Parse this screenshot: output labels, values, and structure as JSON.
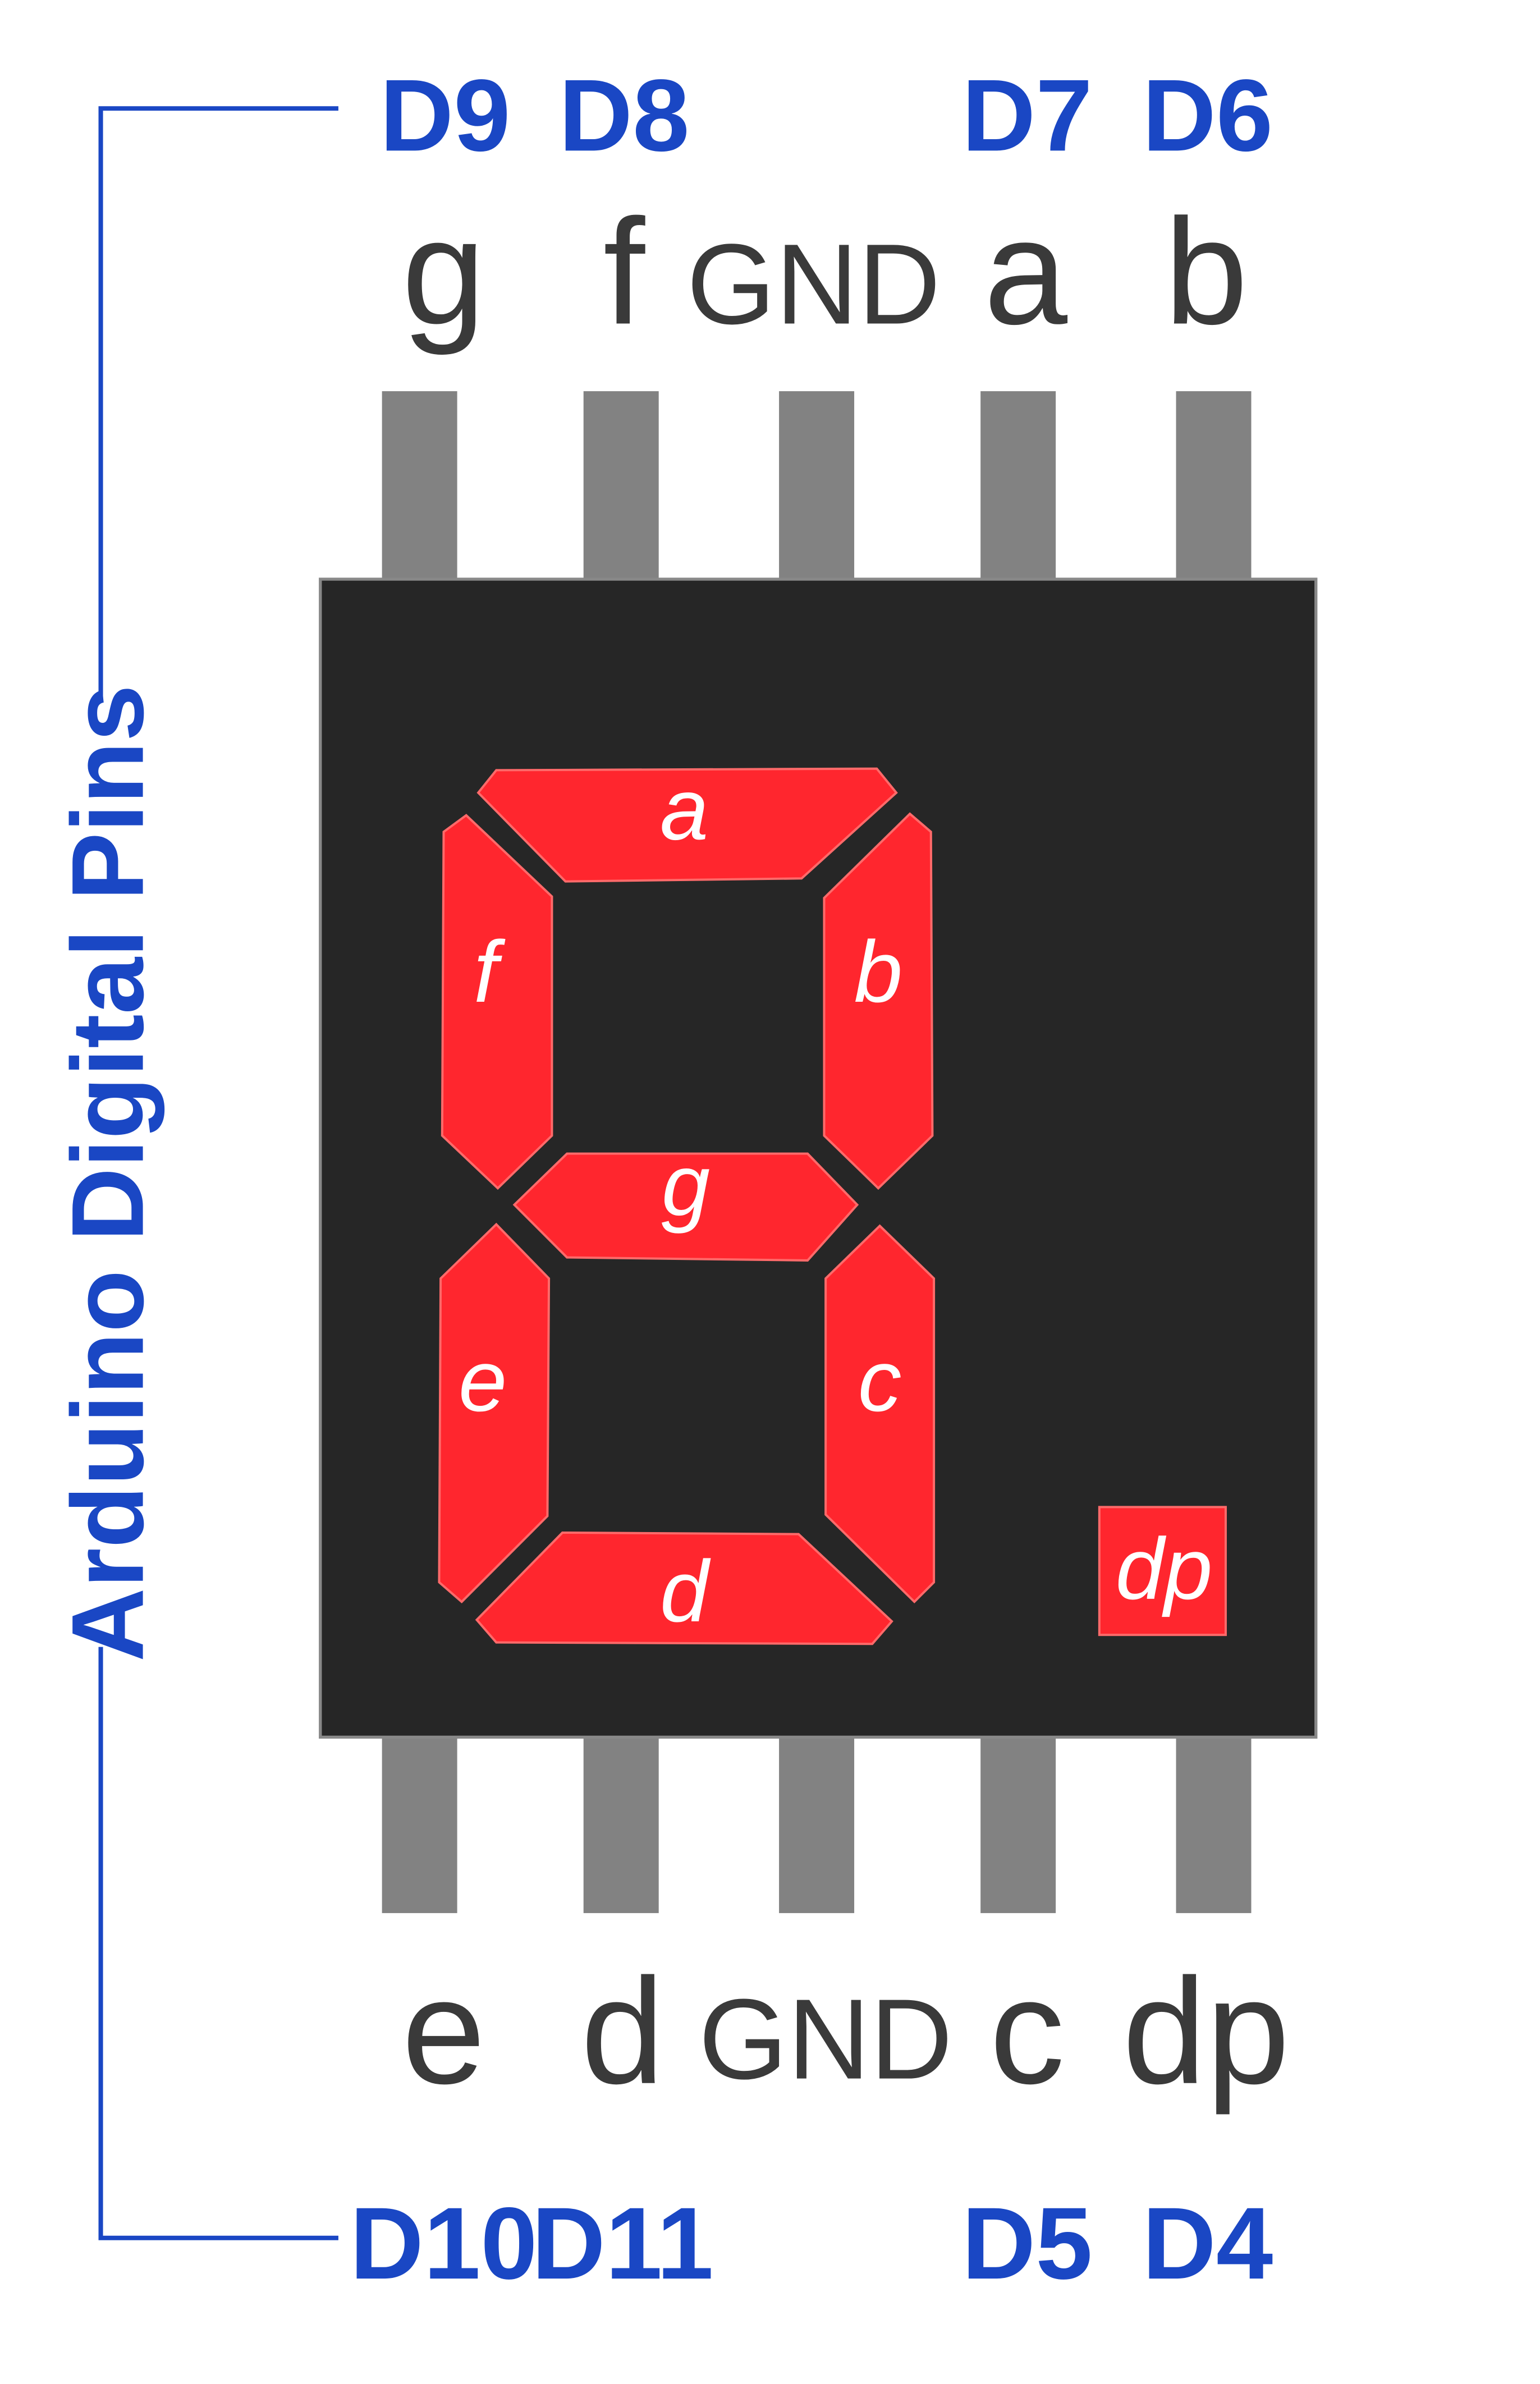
{
  "colors": {
    "body": "#262626",
    "segment": "#ff262e",
    "pin": "#828282",
    "arduino_label": "#1a47c4",
    "pin_label": "#3a3a3a"
  },
  "side_label": "Arduino Digital Pins",
  "top_pins": [
    {
      "segment": "g",
      "arduino": "D9"
    },
    {
      "segment": "f",
      "arduino": "D8"
    },
    {
      "segment": "GND",
      "arduino": ""
    },
    {
      "segment": "a",
      "arduino": "D7"
    },
    {
      "segment": "b",
      "arduino": "D6"
    }
  ],
  "bottom_pins": [
    {
      "segment": "e",
      "arduino": "D10"
    },
    {
      "segment": "d",
      "arduino": "D11"
    },
    {
      "segment": "GND",
      "arduino": ""
    },
    {
      "segment": "c",
      "arduino": "D5"
    },
    {
      "segment": "dp",
      "arduino": "D4"
    }
  ],
  "segments": {
    "a": "a",
    "b": "b",
    "c": "c",
    "d": "d",
    "e": "e",
    "f": "f",
    "g": "g",
    "dp": "dp"
  }
}
